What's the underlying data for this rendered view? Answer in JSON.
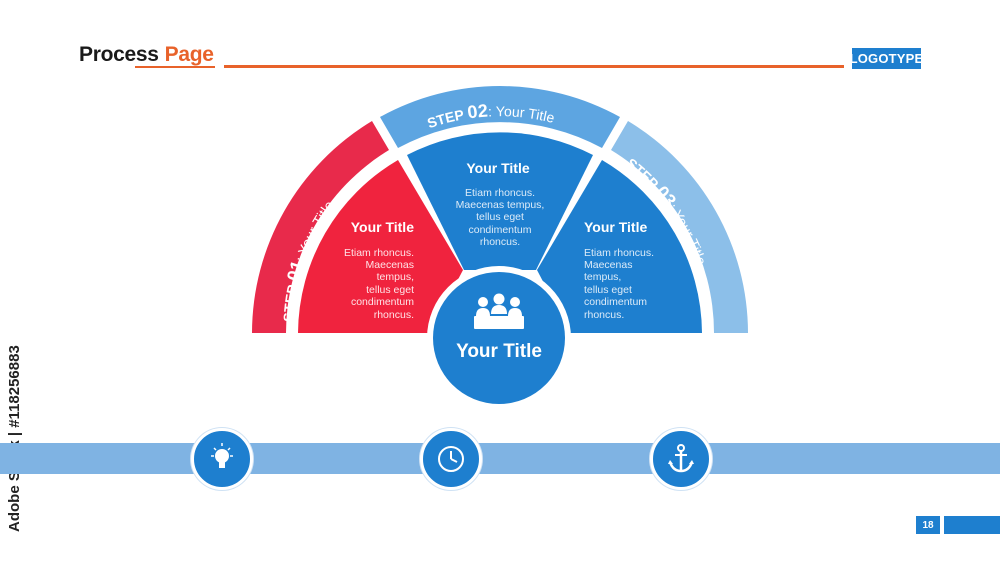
{
  "header": {
    "title_part1": "Process",
    "title_part2": "Page",
    "logotype": "LOGOTYPE"
  },
  "side_text": "Adobe Stock | #118256883",
  "steps": [
    {
      "label_prefix": "STEP ",
      "label_num": "01",
      "label_suffix": ": Your Title",
      "color": "#e82a4b"
    },
    {
      "label_prefix": "STEP ",
      "label_num": "02",
      "label_suffix": ": Your Title",
      "color": "#5da5e1"
    },
    {
      "label_prefix": "STEP ",
      "label_num": "03",
      "label_suffix": ": Your Title",
      "color": "#8cbfe9"
    }
  ],
  "segments": [
    {
      "title": "Your Title",
      "body": [
        "Etiam rhoncus.",
        "Maecenas",
        "tempus,",
        "tellus eget",
        "condimentum",
        "rhoncus."
      ],
      "color": "#f0233e"
    },
    {
      "title": "Your Title",
      "body": [
        "Etiam rhoncus.",
        "Maecenas tempus,",
        "tellus eget",
        "condimentum",
        "rhoncus."
      ],
      "color": "#1e7fcf"
    },
    {
      "title": "Your Title",
      "body": [
        "Etiam rhoncus.",
        "Maecenas",
        "tempus,",
        "tellus eget",
        "condimentum",
        "rhoncus."
      ],
      "color": "#1e7fcf"
    }
  ],
  "center": {
    "title": "Your Title",
    "icon": "team-meeting-icon"
  },
  "timeline_icons": [
    "lightbulb-icon",
    "clock-icon",
    "anchor-icon"
  ],
  "page_number": "18"
}
